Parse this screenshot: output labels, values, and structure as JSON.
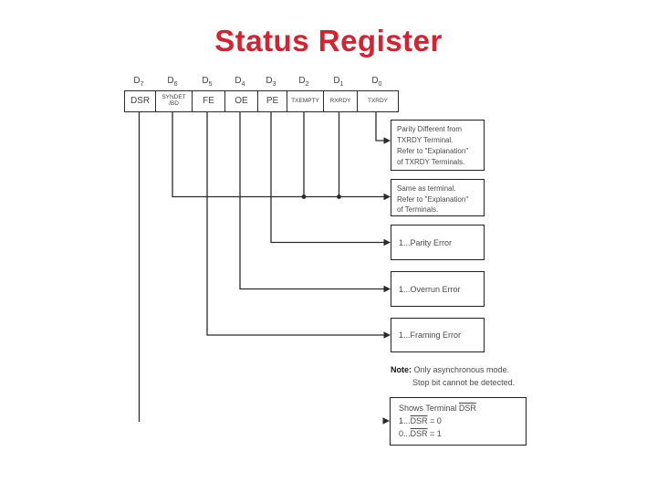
{
  "title": "Status Register",
  "colors": {
    "title": "#d8212f",
    "line": "#2b2b2b",
    "text": "#4a4a4a"
  },
  "register": {
    "bits": [
      {
        "base": "D",
        "sub": "7"
      },
      {
        "base": "D",
        "sub": "6"
      },
      {
        "base": "D",
        "sub": "5"
      },
      {
        "base": "D",
        "sub": "4"
      },
      {
        "base": "D",
        "sub": "3"
      },
      {
        "base": "D",
        "sub": "2"
      },
      {
        "base": "D",
        "sub": "1"
      },
      {
        "base": "D",
        "sub": "0"
      }
    ],
    "cells": [
      {
        "line1": "DSR",
        "line2": ""
      },
      {
        "line1": "SYNDET",
        "line2": "/BD"
      },
      {
        "line1": "FE",
        "line2": ""
      },
      {
        "line1": "OE",
        "line2": ""
      },
      {
        "line1": "PE",
        "line2": ""
      },
      {
        "line1": "TXEMPTY",
        "line2": ""
      },
      {
        "line1": "RXRDY",
        "line2": ""
      },
      {
        "line1": "TXRDY",
        "line2": ""
      }
    ]
  },
  "callouts": [
    {
      "lines": [
        "Parity Different from",
        "TXRDY Terminal.",
        "Refer to \"Explanation\"",
        "of TXRDY Terminals."
      ]
    },
    {
      "lines": [
        "Same as terminal.",
        "Refer to \"Explanation\"",
        "of Terminals."
      ]
    },
    {
      "lines": [
        "1...Parity Error"
      ]
    },
    {
      "lines": [
        "1...Overrun Error"
      ]
    },
    {
      "lines": [
        "1...Framing Error"
      ]
    }
  ],
  "note": {
    "label": "Note:",
    "line1": "Only asynchronous mode.",
    "line2": "Stop bit cannot be detected."
  },
  "dsr_box": {
    "l1a": "Shows Terminal ",
    "l1b": "DSR",
    "l2a": "1...",
    "l2b": "DSR",
    "l2c": " = 0",
    "l3a": "0...",
    "l3b": "DSR",
    "l3c": " = 1"
  }
}
